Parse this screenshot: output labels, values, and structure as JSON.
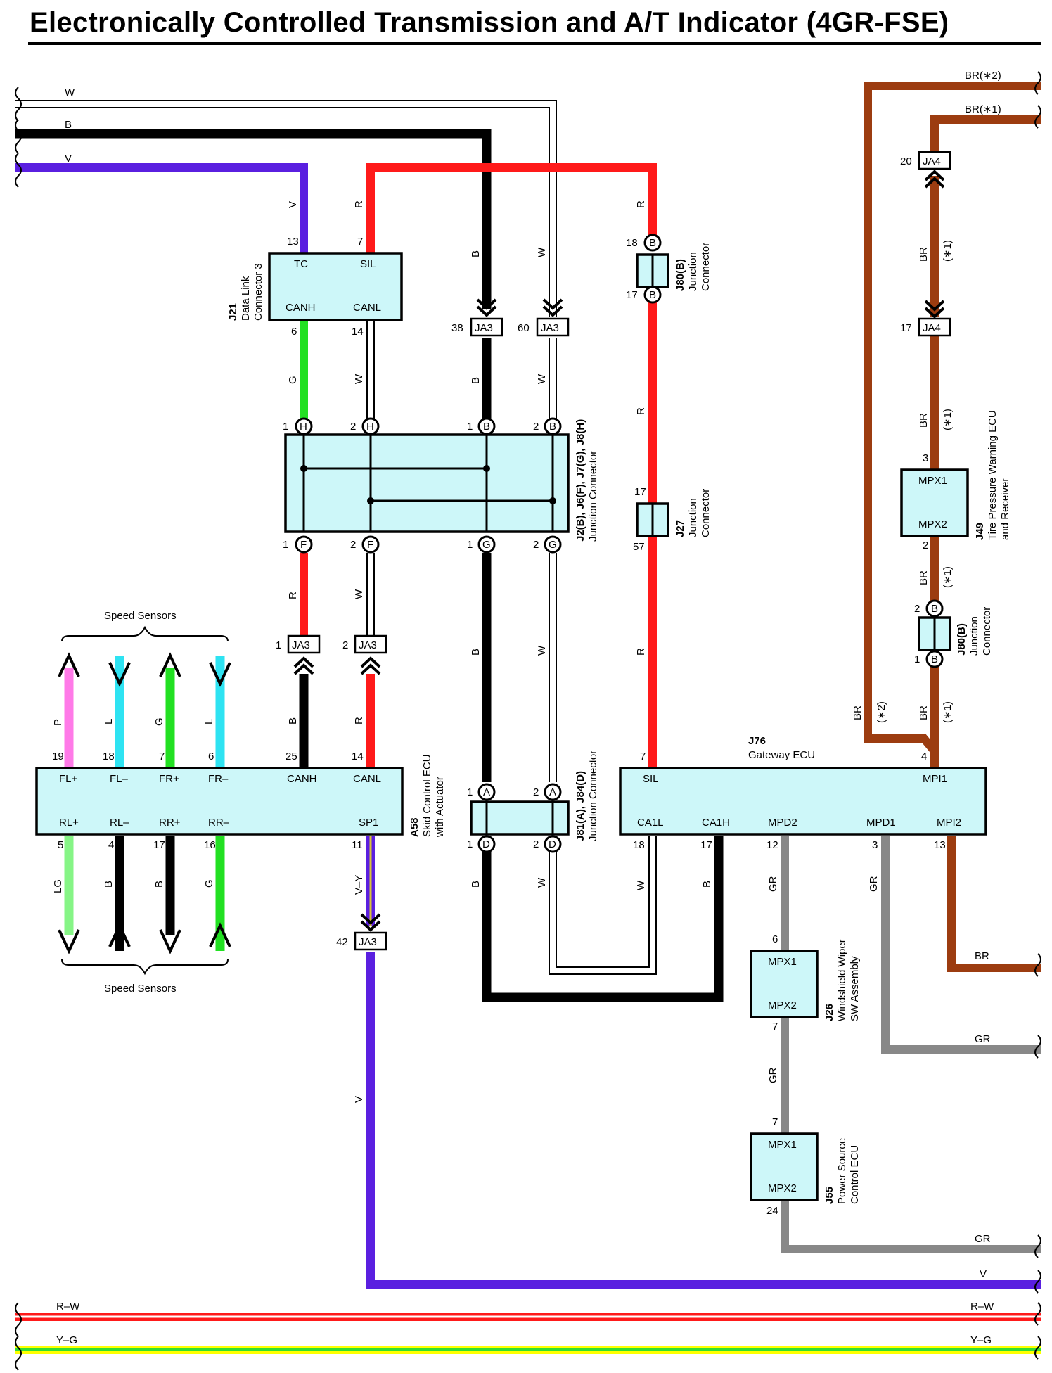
{
  "title": "Electronically Controlled Transmission and A/T Indicator (4GR-FSE)",
  "colors": {
    "W": "#ffffff",
    "B": "#000000",
    "V": "#5a1fe0",
    "R": "#ff1a1a",
    "G": "#22e022",
    "BR": "#9c3c10",
    "GR": "#888888",
    "P": "#ff7ae8",
    "L": "#2ee3f2",
    "LG": "#86f586",
    "V-Y_a": "#5a1fe0",
    "V-Y_b": "#d8c23a",
    "R-W": "#ff1a1a",
    "Y-G_a": "#ffff00",
    "Y-G_b": "#33dd33",
    "box_fill": "#cdf7f9"
  },
  "wire_labels": {
    "w_top": "W",
    "b_top": "B",
    "v_top": "V",
    "br2": "BR(∗2)",
    "br1": "BR(∗1)",
    "v_tc": "V",
    "r_sil": "R",
    "b_ja3": "B",
    "w_ja3": "W",
    "r_j80": "R",
    "br_ja4": "BR",
    "br_ja4_note": "(∗1)",
    "g_canh": "G",
    "w_canl": "W",
    "b_mid": "B",
    "w_mid": "W",
    "r_mid": "R",
    "br_j49": "BR",
    "br_j49_note": "(∗1)",
    "r_ja3_1": "R",
    "w_ja3_2": "W",
    "b_low": "B",
    "w_low": "W",
    "r_low": "R",
    "br_j80b": "BR",
    "br_j80b_note": "(∗1)",
    "p": "P",
    "l1": "L",
    "g1": "G",
    "l2": "L",
    "b_canh": "B",
    "r_canl": "R",
    "br_left": "BR",
    "br_left_note": "(∗2)",
    "br_right": "BR",
    "br_right_note": "(∗1)",
    "lg": "LG",
    "b_rl": "B",
    "b_rr": "B",
    "g_rr": "G",
    "vy": "V–Y",
    "b_d1": "B",
    "w_d2": "W",
    "w_18": "W",
    "b_17": "B",
    "gr_12": "GR",
    "gr_3": "GR",
    "br_13": "BR",
    "gr_j26": "GR",
    "gr_mpd1": "GR",
    "v_low": "V",
    "gr_j55": "GR",
    "v_bottom": "V",
    "rw_l": "R–W",
    "rw_r": "R–W",
    "yg_l": "Y–G",
    "yg_r": "Y–G"
  },
  "speed_sensors": "Speed Sensors",
  "j21": {
    "id": "J21",
    "line1": "Data Link",
    "line2": "Connector 3",
    "tc": "TC",
    "sil": "SIL",
    "canh": "CANH",
    "canl": "CANL",
    "p13": "13",
    "p7": "7",
    "p6": "6",
    "p14": "14"
  },
  "ja3_a": {
    "id": "JA3",
    "pin": "38"
  },
  "ja3_b": {
    "id": "JA3",
    "pin": "60"
  },
  "j80_top": {
    "id": "J80(B)",
    "line1": "Junction",
    "line2": "Connector",
    "p18": "18",
    "p17": "17",
    "letter": "B"
  },
  "ja4_top": {
    "id": "JA4",
    "pin": "20"
  },
  "ja4_bot": {
    "id": "JA4",
    "pin": "17"
  },
  "j2": {
    "id": "J2(B), J6(F), J7(G), J8(H)",
    "line1": "Junction Connector",
    "p1": "1",
    "p2": "2",
    "H": "H",
    "B": "B",
    "F": "F",
    "G": "G"
  },
  "j27": {
    "id": "J27",
    "line1": "Junction",
    "line2": "Connector",
    "p17": "17",
    "p57": "57"
  },
  "j49": {
    "id": "J49",
    "line1": "Tire Pressure Warning ECU",
    "line2": "and Receiver",
    "mpx1": "MPX1",
    "mpx2": "MPX2",
    "p3": "3",
    "p2": "2"
  },
  "j80_right": {
    "id": "J80(B)",
    "line1": "Junction",
    "line2": "Connector",
    "p2": "2",
    "p1": "1",
    "letter": "B"
  },
  "ja3_1": {
    "id": "JA3",
    "pin": "1"
  },
  "ja3_2": {
    "id": "JA3",
    "pin": "2"
  },
  "ja3_42": {
    "id": "JA3",
    "pin": "42"
  },
  "a58": {
    "id": "A58",
    "line1": "Skid Control ECU",
    "line2": "with Actuator",
    "flp": "FL+",
    "flm": "FL–",
    "frp": "FR+",
    "frm": "FR–",
    "canh": "CANH",
    "canl": "CANL",
    "rlp": "RL+",
    "rlm": "RL–",
    "rrp": "RR+",
    "rrm": "RR–",
    "sp1": "SP1",
    "p19": "19",
    "p18": "18",
    "p7": "7",
    "p6": "6",
    "p25": "25",
    "p14": "14",
    "p5": "5",
    "p4": "4",
    "p17": "17",
    "p16": "16",
    "p11": "11"
  },
  "j81": {
    "id": "J81(A), J84(D)",
    "line1": "Junction Connector",
    "p1": "1",
    "p2": "2",
    "A": "A",
    "D": "D"
  },
  "j76": {
    "id": "J76",
    "name": "Gateway ECU",
    "sil": "SIL",
    "mpi1": "MPI1",
    "ca1l": "CA1L",
    "ca1h": "CA1H",
    "mpd2": "MPD2",
    "mpd1": "MPD1",
    "mpi2": "MPI2",
    "p7": "7",
    "p4": "4",
    "p18": "18",
    "p17": "17",
    "p12": "12",
    "p3": "3",
    "p13": "13"
  },
  "j26": {
    "id": "J26",
    "line1": "Windshield Wiper",
    "line2": "SW Assembly",
    "mpx1": "MPX1",
    "mpx2": "MPX2",
    "p6": "6",
    "p7": "7"
  },
  "j55": {
    "id": "J55",
    "line1": "Power Source",
    "line2": "Control ECU",
    "mpx1": "MPX1",
    "mpx2": "MPX2",
    "p7": "7",
    "p24": "24"
  }
}
